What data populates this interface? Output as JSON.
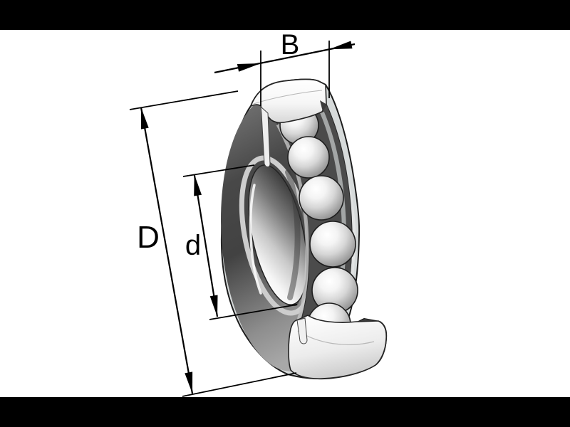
{
  "scene": {
    "description": "3D cutaway product illustration of a single-row ball bearing with section removed from the outer ring revealing six balls, annotated with dimension arrows",
    "background": "#ffffff",
    "letterbox_color": "#000000",
    "visible_ball_count": "6"
  },
  "dimensions": {
    "width_label": "B",
    "outer_diameter_label": "D",
    "bore_diameter_label": "d"
  },
  "colors": {
    "dimension_line": "#000000",
    "ring_face_dark": "#4a4a4a",
    "metal_light": "#d6dada",
    "cut_face_white": "#f7f7f7",
    "ball_gray": "#d9d9d9",
    "bore_highlight": "#ffffff"
  }
}
